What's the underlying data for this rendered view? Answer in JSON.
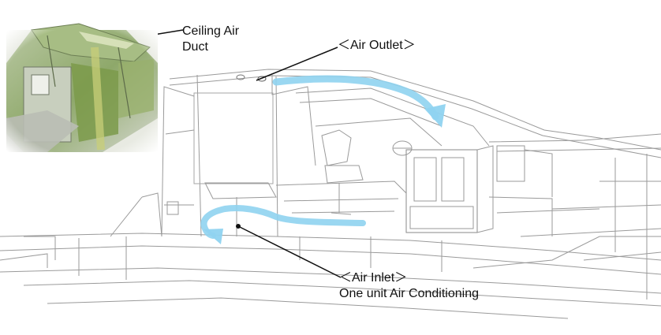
{
  "labels": {
    "ceiling_duct": {
      "line1": "Ceiling Air",
      "line2": "Duct"
    },
    "air_outlet": "＜Air Outlet＞",
    "air_inlet": {
      "line1": "＜Air Inlet＞",
      "line2": "One unit Air Conditioning"
    }
  },
  "colors": {
    "airflow": "#8fd3f0",
    "drawing_lines": "#9a9a9a",
    "inset_green": "#8ea86a"
  }
}
